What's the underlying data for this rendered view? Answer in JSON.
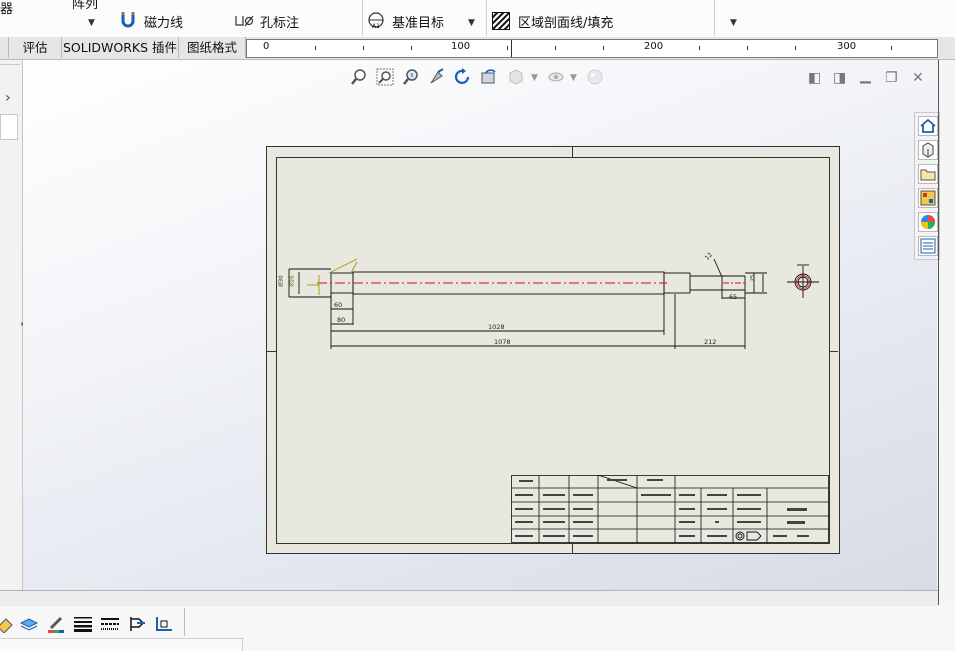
{
  "ribbon": {
    "item_left_cut": "器",
    "item_top_cut": "阵列",
    "magnetic_line": "磁力线",
    "hole_callout": "孔标注",
    "datum_target": "基准目标",
    "area_hatch": "区域剖面线/填充"
  },
  "tabs": [
    {
      "label": "评估"
    },
    {
      "label": "SOLIDWORKS 插件"
    },
    {
      "label": "图纸格式"
    }
  ],
  "ruler": {
    "labels": [
      "0",
      "100",
      "200",
      "300"
    ]
  },
  "drawing": {
    "dims": {
      "d60": "60",
      "d80": "80",
      "d1028": "1028",
      "d1078": "1078",
      "d212": "212",
      "d65": "65",
      "d12": "12",
      "d25": "25",
      "d30": "Ø30",
      "d26": "Ø26"
    }
  },
  "colors": {
    "sheet": "#e8e8df",
    "centerline": "#d01010",
    "dimension": "#111111",
    "annotation": "#9a9a10",
    "accent": "#1a5fb4"
  }
}
